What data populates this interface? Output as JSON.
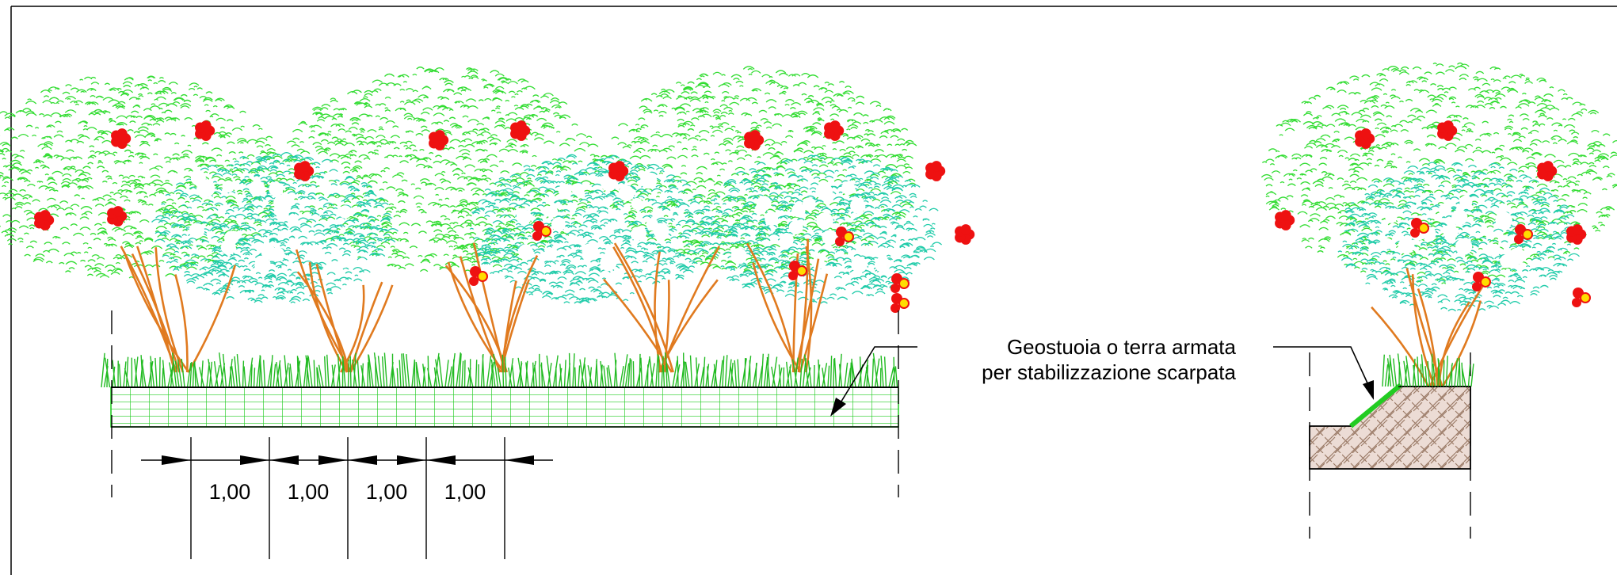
{
  "drawing": {
    "annotation": {
      "line1": "Geostuoia o terra armata",
      "line2": "per stabilizzazione scarpata"
    },
    "dimensions": [
      "1,00",
      "1,00",
      "1,00",
      "1,00"
    ]
  },
  "colors": {
    "foliage": "#22cc22",
    "foliage_inner": "#33dd88",
    "branches": "#e07a1f",
    "flowers": "#ee1111",
    "fruit": "#ffdd00",
    "grass": "#22bb22",
    "soil_fill": "#e8ddd8",
    "soil_hatch": "#a0806a",
    "lines": "#000000"
  },
  "icons": [
    "tree-canopy-icon",
    "flower-icon",
    "grass-strip-icon",
    "soil-hatch-icon",
    "leader-arrow-icon"
  ]
}
